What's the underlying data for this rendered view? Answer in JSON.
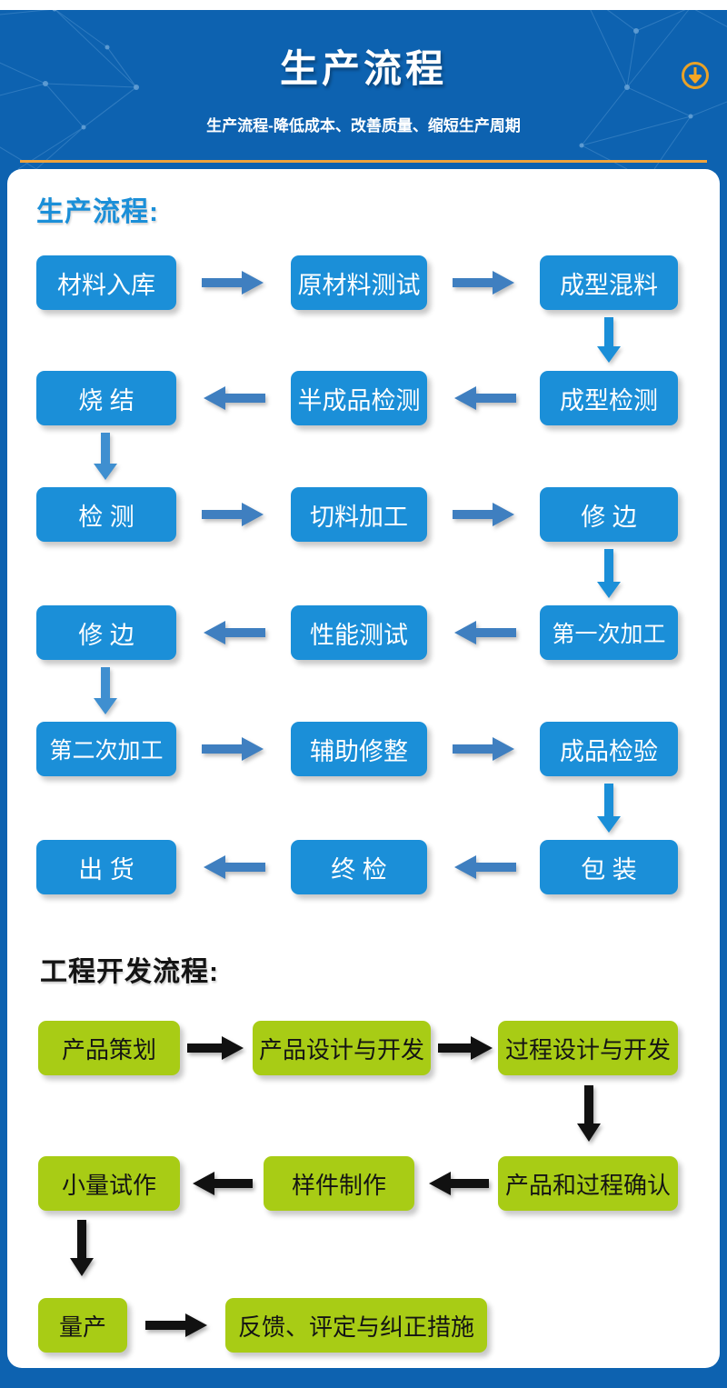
{
  "header": {
    "title": "生产流程",
    "subtitle": "生产流程-降低成本、改善质量、缩短生产周期",
    "download_icon": "download-circle-icon",
    "bg_color": "#0d62b0",
    "accent_color": "#f0a33c"
  },
  "sections": [
    {
      "id": "production",
      "title": "生产流程:",
      "title_color": "#1b8fd8",
      "node_color": "#1b8fd8",
      "node_text_color": "#ffffff",
      "arrow_color": "#3f7fc0",
      "rows": [
        {
          "direction": "right",
          "nodes": [
            "材料入库",
            "原材料测试",
            "成型混料"
          ]
        },
        {
          "direction": "left",
          "nodes": [
            "烧 结",
            "半成品检测",
            "成型检测"
          ]
        },
        {
          "direction": "right",
          "nodes": [
            "检 测",
            "切料加工",
            "修 边"
          ]
        },
        {
          "direction": "left",
          "nodes": [
            "修 边",
            "性能测试",
            "第一次加工"
          ]
        },
        {
          "direction": "right",
          "nodes": [
            "第二次加工",
            "辅助修整",
            "成品检验"
          ]
        },
        {
          "direction": "left",
          "nodes": [
            "出 货",
            "终 检",
            "包 装"
          ]
        }
      ]
    },
    {
      "id": "engineering",
      "title": "工程开发流程:",
      "title_color": "#141414",
      "node_color": "#a8cc15",
      "node_text_color": "#141414",
      "arrow_color": "#111111",
      "rows": [
        {
          "direction": "right",
          "nodes": [
            "产品策划",
            "产品设计与开发",
            "过程设计与开发"
          ]
        },
        {
          "direction": "left",
          "nodes": [
            "小量试作",
            "样件制作",
            "产品和过程确认"
          ]
        },
        {
          "direction": "right",
          "nodes": [
            "量产",
            "反馈、评定与纠正措施"
          ]
        }
      ]
    }
  ]
}
